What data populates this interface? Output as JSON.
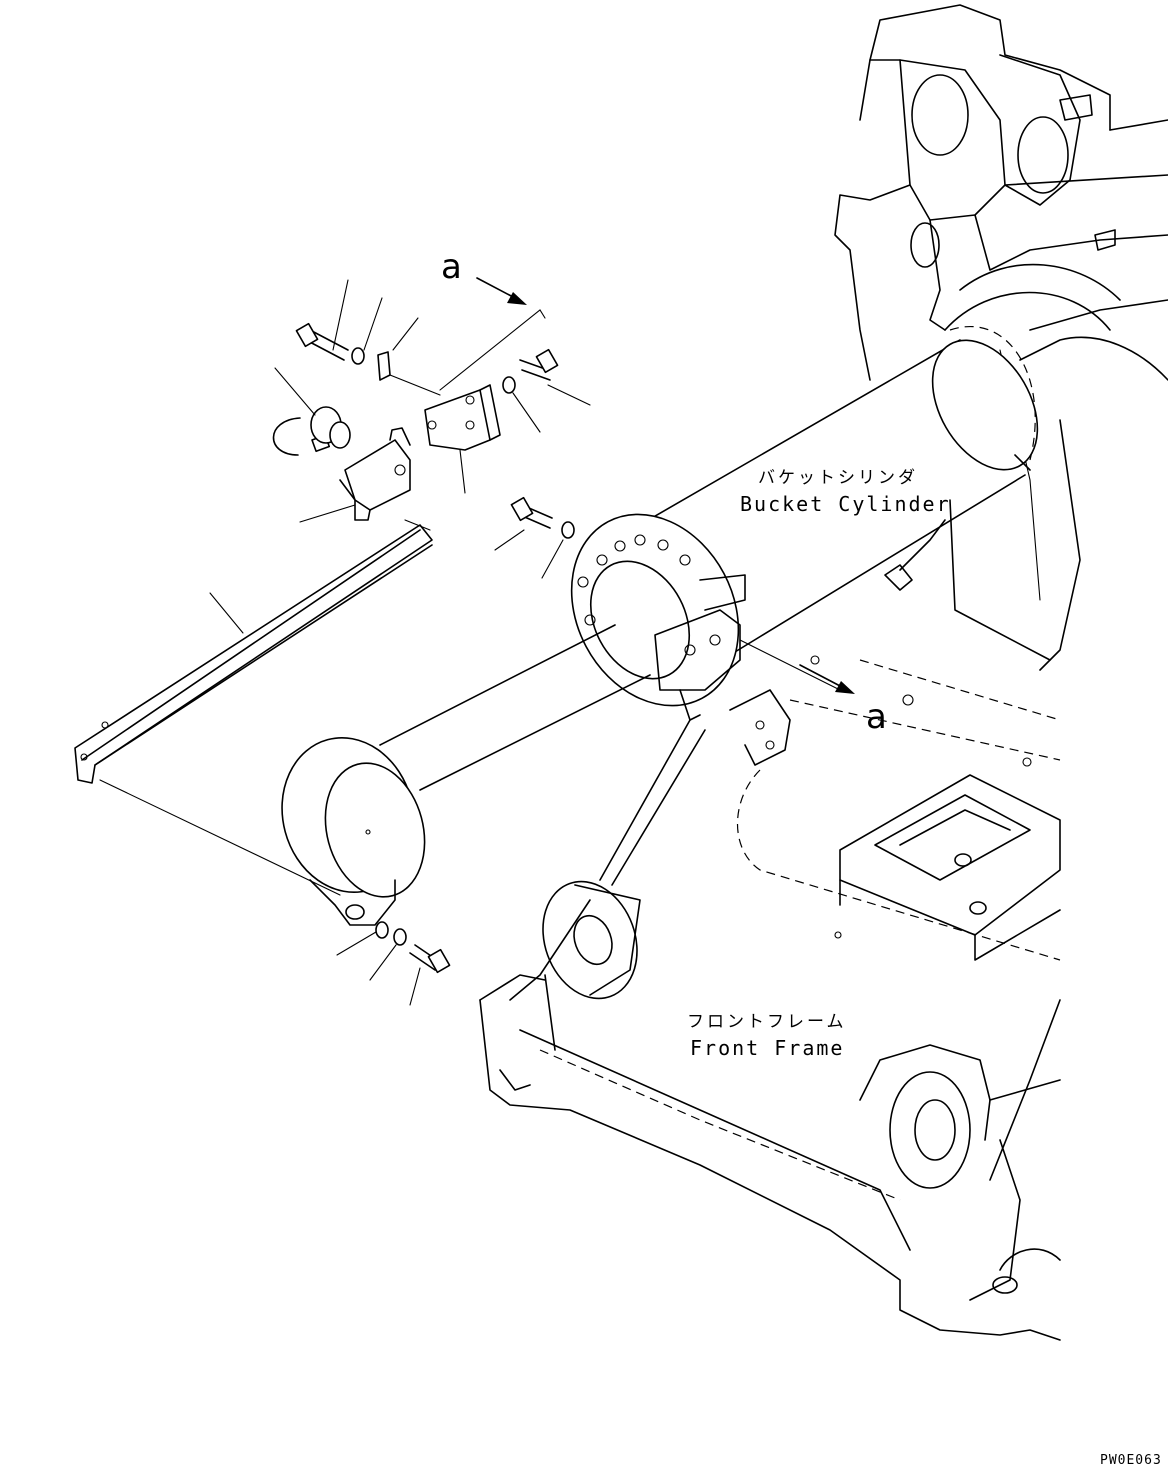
{
  "labels": {
    "bucket_cylinder_jp": "バケットシリンダ",
    "bucket_cylinder_en": "Bucket Cylinder",
    "front_frame_jp": "フロントフレーム",
    "front_frame_en": "Front Frame",
    "view_marker_top": "a",
    "view_marker_right": "a",
    "drawing_code": "PW0E063"
  }
}
